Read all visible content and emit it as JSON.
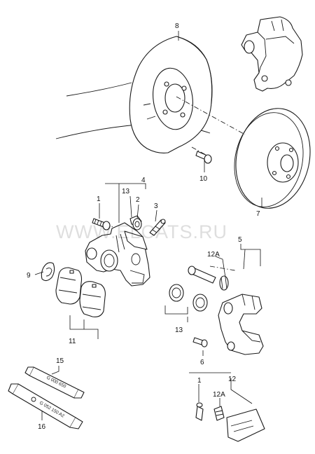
{
  "watermark": "WWW.ELCATS.RU",
  "callouts": {
    "c8": "8",
    "c10": "10",
    "c7": "7",
    "c4": "4",
    "c13a": "13",
    "c1a": "1",
    "c2": "2",
    "c3": "3",
    "c5": "5",
    "c12Aa": "12A",
    "c9": "9",
    "c11": "11",
    "c13b": "13",
    "c6": "6",
    "c15": "15",
    "c12": "12",
    "c1b": "1",
    "c12Ab": "12A",
    "c16": "16"
  },
  "tubes": {
    "tube15_label": "G 000 650",
    "tube16_label": "G 052 150 A2"
  },
  "colors": {
    "line": "#111111",
    "watermark": "#000000",
    "background": "#ffffff"
  }
}
